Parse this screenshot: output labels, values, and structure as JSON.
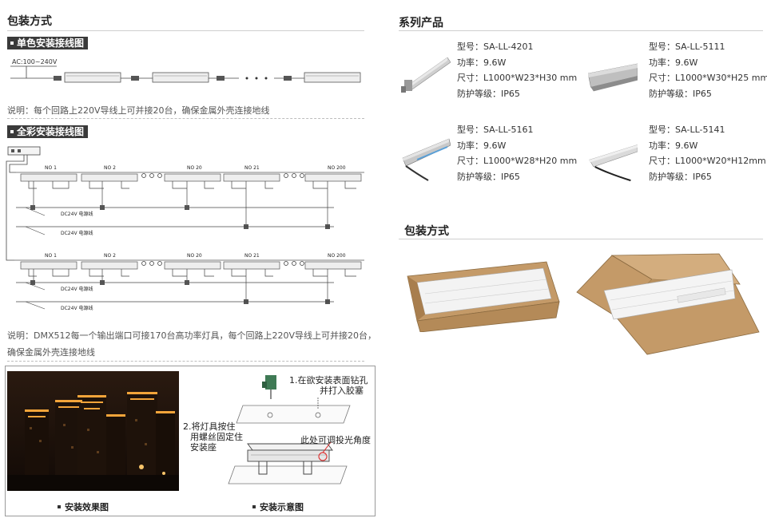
{
  "left": {
    "section_title": "包装方式",
    "single": {
      "label": "单色安装接线图",
      "ac_label": "AC:100~240V",
      "note": "说明：每个回路上220V导线上可并接20台，确保金属外壳连接地线"
    },
    "full": {
      "label": "全彩安装接线图",
      "node_labels": [
        "NO 1",
        "NO 2",
        "NO 20",
        "NO 21",
        "NO 200"
      ],
      "dc_label": "DC24V 电源线",
      "note_line1": "说明：DMX512每一个输出端口可接170台高功率灯具，每个回路上220V导线上可并接20台，",
      "note_line2": "确保金属外壳连接地线"
    },
    "install": {
      "effect_caption": "安装效果图",
      "diagram_caption": "安装示意图",
      "step1_line1": "1.在欲安装表面钻孔",
      "step1_line2": "并打入胶塞",
      "step2_line1": "2.将灯具按住",
      "step2_line2": "用螺丝固定住",
      "step2_line3": "安装座",
      "angle_note": "此处可调投光角度"
    }
  },
  "right": {
    "series_title": "系列产品",
    "packing_title": "包装方式",
    "spec_labels": {
      "model": "型号：",
      "power": "功率：",
      "size": "尺寸：",
      "ip": "防护等级："
    },
    "products": [
      {
        "model": "SA-LL-4201",
        "power": "9.6W",
        "size": "L1000*W23*H30 mm",
        "ip": "IP65"
      },
      {
        "model": "SA-LL-5111",
        "power": "9.6W",
        "size": "L1000*W30*H25 mm",
        "ip": "IP65"
      },
      {
        "model": "SA-LL-5161",
        "power": "9.6W",
        "size": "L1000*W28*H20 mm",
        "ip": "IP65"
      },
      {
        "model": "SA-LL-5141",
        "power": "9.6W",
        "size": "L1000*W20*H12mm",
        "ip": "IP65"
      }
    ]
  },
  "colors": {
    "tag_bg": "#3a3a3a",
    "rule": "#cfcfcf",
    "box_cardboard": "#c49a68",
    "led_glow": "#f2a43a"
  }
}
